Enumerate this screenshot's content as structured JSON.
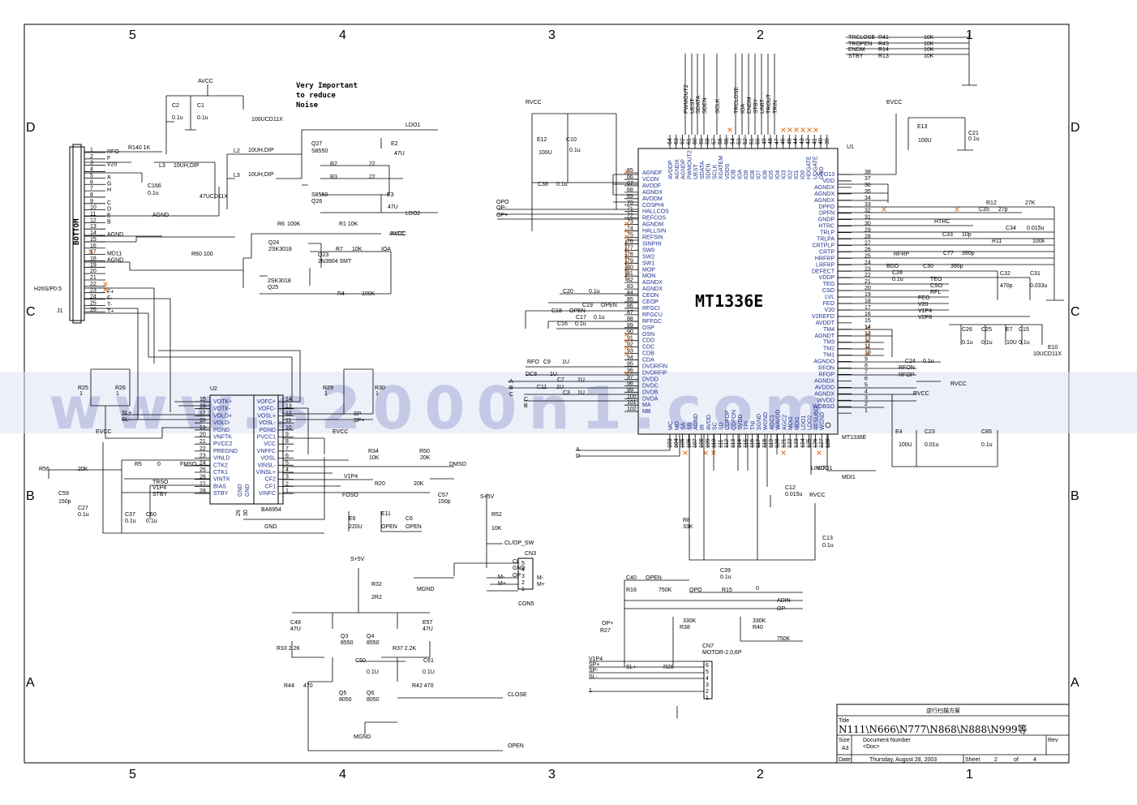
{
  "zones": {
    "cols": [
      "5",
      "4",
      "3",
      "2",
      "1"
    ],
    "rows": [
      "D",
      "C",
      "B",
      "A"
    ]
  },
  "notes": {
    "noise": [
      "Very Important",
      "to reduce",
      "Noise"
    ]
  },
  "watermark": "www.s2000n1.com",
  "chips": {
    "main_name": "MT1336E",
    "main_ref": "U1",
    "main_bottom": "MT1336E",
    "driver_ref": "U2",
    "driver_name": "BA6954",
    "connector_ref": "J1",
    "connector_name": "H26S/P0.5",
    "bottom_label": "BOTTOM",
    "con5_ref": "CN3",
    "con5_name": "CON5",
    "motor_ref": "CN7",
    "motor_name": "MOTOR-2.0,6P"
  },
  "u1_left_pins": [
    [
      "65",
      "AGNDF"
    ],
    [
      "66",
      "VCON"
    ],
    [
      "67",
      "AVDDF"
    ],
    [
      "68",
      "AGNDX"
    ],
    [
      "69",
      "AVDDM"
    ],
    [
      "70",
      "COSPHI"
    ],
    [
      "71",
      "HALLCOS"
    ],
    [
      "72",
      "REFCOS"
    ],
    [
      "73",
      "AGNDM"
    ],
    [
      "74",
      "HALLSIN"
    ],
    [
      "75",
      "REFSIN"
    ],
    [
      "76",
      "SINPHI"
    ],
    [
      "77",
      "SW0"
    ],
    [
      "78",
      "SW2"
    ],
    [
      "79",
      "SW1"
    ],
    [
      "80",
      "MOP"
    ],
    [
      "81",
      "MON"
    ],
    [
      "82",
      "AGNDX"
    ],
    [
      "83",
      "AGNDX"
    ],
    [
      "84",
      "CEON"
    ],
    [
      "85",
      "CEOP"
    ],
    [
      "86",
      "RFGCI"
    ],
    [
      "87",
      "RFGCU"
    ],
    [
      "88",
      "RFFGC"
    ],
    [
      "89",
      "OSP"
    ],
    [
      "90",
      "OSN"
    ],
    [
      "91",
      "CDD"
    ],
    [
      "92",
      "CDC"
    ],
    [
      "93",
      "CDB"
    ],
    [
      "94",
      "CDA"
    ],
    [
      "95",
      "DVDRFIN"
    ],
    [
      "96",
      "DVDRFIP"
    ],
    [
      "97",
      "DVDD"
    ],
    [
      "98",
      "DVDC"
    ],
    [
      "99",
      "DVDB"
    ],
    [
      "100",
      "DVDA"
    ],
    [
      "101",
      "MA"
    ],
    [
      "102",
      "MB"
    ]
  ],
  "u1_right_pins": [
    [
      "38",
      "VFO13"
    ],
    [
      "37",
      "VDD"
    ],
    [
      "36",
      "AGNDX"
    ],
    [
      "35",
      "AGNDX"
    ],
    [
      "34",
      "AGNDX"
    ],
    [
      "33",
      "DPFO"
    ],
    [
      "32",
      "DPFN"
    ],
    [
      "31",
      "GNDP"
    ],
    [
      "30",
      "HTRC"
    ],
    [
      "29",
      "TRLP"
    ],
    [
      "28",
      "TRLPA"
    ],
    [
      "27",
      "CRTPLP"
    ],
    [
      "26",
      "CRTP"
    ],
    [
      "25",
      "HRFRP"
    ],
    [
      "24",
      "LRFRP"
    ],
    [
      "23",
      "DEFECT"
    ],
    [
      "22",
      "VDDP"
    ],
    [
      "21",
      "TEO"
    ],
    [
      "20",
      "CSO"
    ],
    [
      "19",
      "LVL"
    ],
    [
      "18",
      "FEO"
    ],
    [
      "17",
      "V20"
    ],
    [
      "16",
      "V2REFO"
    ],
    [
      "15",
      "AVDDT"
    ],
    [
      "14",
      "TM4"
    ],
    [
      "13",
      "AGNDT"
    ],
    [
      "12",
      "TM3"
    ],
    [
      "11",
      "TM2"
    ],
    [
      "10",
      "TM1"
    ],
    [
      "9",
      "AGNDO"
    ],
    [
      "8",
      "RFON"
    ],
    [
      "7",
      "RFOP"
    ],
    [
      "6",
      "AGNDX"
    ],
    [
      "5",
      "AVDDO"
    ],
    [
      "4",
      "AGNDX"
    ],
    [
      "3",
      "WVDD"
    ],
    [
      "2",
      "WOBSO"
    ],
    [
      "1",
      ""
    ]
  ],
  "u1_top_pins": [
    [
      "64",
      "AVDDP"
    ],
    [
      "63",
      "AGNDX"
    ],
    [
      "62",
      "AGNDP"
    ],
    [
      "61",
      "PWMOUT2"
    ],
    [
      "60",
      "UEST"
    ],
    [
      "59",
      "SDATA"
    ],
    [
      "58",
      "SDEN"
    ],
    [
      "57",
      "SCLK"
    ],
    [
      "56",
      "XGATEM"
    ],
    [
      "55",
      "VDDS"
    ],
    [
      "54",
      "IOB"
    ],
    [
      "53",
      "IOA"
    ],
    [
      "52",
      "IO9"
    ],
    [
      "51",
      "IO8"
    ],
    [
      "50",
      "IO7"
    ],
    [
      "49",
      "IO6"
    ],
    [
      "48",
      "IO5"
    ],
    [
      "47",
      "IO4"
    ],
    [
      "46",
      "IO3"
    ],
    [
      "45",
      "IO2"
    ],
    [
      "44",
      "IO1"
    ],
    [
      "43",
      "IO0"
    ],
    [
      "42",
      "HDGATE"
    ],
    [
      "41",
      "UDGATE"
    ],
    [
      "40",
      "GND"
    ],
    [
      "39",
      ""
    ]
  ],
  "u1_top_nets": [
    "PWMOUT2",
    "UEST",
    "SDATA",
    "SDEN",
    "SCLK",
    "TRCLOSE",
    "IOA",
    "ENDM",
    "STBY",
    "LIMIT",
    "TROUT",
    "TRIN"
  ],
  "u1_bottom_pins": [
    [
      "103",
      "MC"
    ],
    [
      "104",
      "MD"
    ],
    [
      "105",
      "SA"
    ],
    [
      "106",
      "SB"
    ],
    [
      "107",
      "AGND"
    ],
    [
      "108",
      "IR"
    ],
    [
      "109",
      "AVDD"
    ],
    [
      "110",
      "SC"
    ],
    [
      "111",
      "SD"
    ],
    [
      "112",
      "CDFOP"
    ],
    [
      "113",
      "CDFON"
    ],
    [
      "114",
      "SVDD"
    ],
    [
      "115",
      "TPI"
    ],
    [
      "116",
      "TNI"
    ],
    [
      "117",
      "SGND"
    ],
    [
      "118",
      "WGND"
    ],
    [
      "119",
      "AGC1"
    ],
    [
      "120",
      "WAVDD"
    ],
    [
      "121",
      "AGC2"
    ],
    [
      "122",
      "MDI2"
    ],
    [
      "123",
      "MDI1"
    ],
    [
      "124",
      "LDO1"
    ],
    [
      "125",
      "LDO2"
    ],
    [
      "126",
      "RFSUBO"
    ],
    [
      "127",
      "WGND"
    ],
    [
      "128",
      ""
    ]
  ],
  "u2_left_pins": [
    [
      "15",
      "VOTK+"
    ],
    [
      "16",
      "VOTK-"
    ],
    [
      "17",
      "VOLD+"
    ],
    [
      "18",
      "VOLD-"
    ],
    [
      "19",
      "PGND"
    ],
    [
      "20",
      "VNFTK"
    ],
    [
      "21",
      "PVCC2"
    ],
    [
      "22",
      "PREGND"
    ],
    [
      "23",
      "VINLD"
    ],
    [
      "24",
      "CTK2"
    ],
    [
      "25",
      "CTK1"
    ],
    [
      "26",
      "VINTK"
    ],
    [
      "27",
      "BIAS"
    ],
    [
      "28",
      "STBY"
    ]
  ],
  "u2_right_pins": [
    [
      "14",
      "VOFC+"
    ],
    [
      "13",
      "VOFC-"
    ],
    [
      "12",
      "VOSL+"
    ],
    [
      "11",
      "VOSL-"
    ],
    [
      "10",
      "PGND"
    ],
    [
      "9",
      "PVCC1"
    ],
    [
      "8",
      "VCC"
    ],
    [
      "7",
      "VNFFC"
    ],
    [
      "6",
      "VOSL"
    ],
    [
      "5",
      "VINSL-"
    ],
    [
      "4",
      "VINSL+"
    ],
    [
      "3",
      "CF2"
    ],
    [
      "2",
      "CF1"
    ],
    [
      "1",
      "VINFC"
    ]
  ],
  "u2_bottom": [
    "GND",
    "GND"
  ],
  "u2_bottom_nums": [
    "29",
    "30"
  ],
  "j1_pins": [
    [
      "1",
      "RFO"
    ],
    [
      "2",
      "F"
    ],
    [
      "3",
      "V20"
    ],
    [
      "4",
      ""
    ],
    [
      "5",
      "A"
    ],
    [
      "6",
      "G"
    ],
    [
      "7",
      "H"
    ],
    [
      "8",
      ""
    ],
    [
      "9",
      "C"
    ],
    [
      "10",
      "D"
    ],
    [
      "11",
      "E"
    ],
    [
      "12",
      "B"
    ],
    [
      "13",
      ""
    ],
    [
      "14",
      "AGND"
    ],
    [
      "15",
      ""
    ],
    [
      "16",
      ""
    ],
    [
      "17",
      "MD11"
    ],
    [
      "18",
      "AGND"
    ],
    [
      "19",
      ""
    ],
    [
      "20",
      ""
    ],
    [
      "21",
      ""
    ],
    [
      "22",
      ""
    ],
    [
      "23",
      "F+"
    ],
    [
      "24",
      "F-"
    ],
    [
      "25",
      "T-"
    ],
    [
      "26",
      "T+"
    ]
  ],
  "left_parts": [
    [
      "AVCC"
    ],
    [
      "C2"
    ],
    [
      "0.1u"
    ],
    [
      "C1"
    ],
    [
      "0.1u"
    ],
    [
      "100UCD11X"
    ],
    [
      "R140 1K"
    ],
    [
      "10UH,DIP"
    ],
    [
      "L3"
    ],
    [
      "C166"
    ],
    [
      "0.1u"
    ],
    [
      "47UCD11X"
    ],
    [
      "AGND"
    ],
    [
      "L2"
    ],
    [
      "10UH,DIP"
    ],
    [
      "L3"
    ],
    [
      "10UH,DIP"
    ],
    [
      "Q27"
    ],
    [
      "S8550"
    ],
    [
      "R2"
    ],
    [
      "22"
    ],
    [
      "R3"
    ],
    [
      "22"
    ],
    [
      "S8550"
    ],
    [
      "Q26"
    ],
    [
      "E2"
    ],
    [
      "47U"
    ],
    [
      "E3"
    ],
    [
      "47U"
    ],
    [
      "LDO1"
    ],
    [
      "LDO2"
    ],
    [
      "AVCC"
    ],
    [
      "R6"
    ],
    [
      "100K"
    ],
    [
      "R1 10K"
    ],
    [
      "AVCC"
    ],
    [
      "Q24"
    ],
    [
      "2SK3018"
    ],
    [
      "R60"
    ],
    [
      "100"
    ],
    [
      "Q23"
    ],
    [
      "2N3904 SMT"
    ],
    [
      "R7"
    ],
    [
      "10K"
    ],
    [
      "IOA"
    ],
    [
      "2SK3018"
    ],
    [
      "Q25"
    ],
    [
      "R4"
    ],
    [
      "100K"
    ]
  ],
  "mid_parts": [
    [
      "R25"
    ],
    [
      "1"
    ],
    [
      "R26"
    ],
    [
      "1"
    ],
    [
      "EVCC"
    ],
    [
      "SL+"
    ],
    [
      "SL-"
    ],
    [
      "R29"
    ],
    [
      "1"
    ],
    [
      "R30"
    ],
    [
      "1"
    ],
    [
      "SP-"
    ],
    [
      "SP+"
    ],
    [
      "EVCC"
    ],
    [
      "R56"
    ],
    [
      "20K"
    ],
    [
      "C59"
    ],
    [
      "150p"
    ],
    [
      "R5"
    ],
    [
      "0"
    ],
    [
      "FMSO"
    ],
    [
      "TRSO"
    ],
    [
      "V1P4"
    ],
    [
      "STBY"
    ],
    [
      "C27"
    ],
    [
      "0.1u"
    ],
    [
      "C37"
    ],
    [
      "0.1u"
    ],
    [
      "C60"
    ],
    [
      "0.1u"
    ],
    [
      "GND"
    ],
    [
      "R34"
    ],
    [
      "10K"
    ],
    [
      "R50"
    ],
    [
      "20K"
    ],
    [
      "DMSO"
    ],
    [
      "V1P4"
    ],
    [
      "R20"
    ],
    [
      "20K"
    ],
    [
      "FOSO"
    ],
    [
      "C57"
    ],
    [
      "150p"
    ],
    [
      "E6"
    ],
    [
      "220U"
    ],
    [
      "E11"
    ],
    [
      "C6"
    ],
    [
      "OPEN"
    ],
    [
      "OPEN"
    ],
    [
      "S+5V"
    ],
    [
      "R52"
    ],
    [
      "10K"
    ],
    [
      "CL/OP_SW"
    ],
    [
      "CL"
    ],
    [
      "GND"
    ],
    [
      "OP"
    ],
    [
      "M-"
    ],
    [
      "M+"
    ],
    [
      "MGND"
    ],
    [
      "M-"
    ],
    [
      "M+"
    ],
    [
      "S+5V"
    ],
    [
      "R32"
    ],
    [
      "2R2"
    ],
    [
      "C48"
    ],
    [
      "47U"
    ],
    [
      "Q3"
    ],
    [
      "8550"
    ],
    [
      "Q4"
    ],
    [
      "8550"
    ],
    [
      "E57"
    ],
    [
      "47U"
    ],
    [
      "R33 2.2K"
    ],
    [
      "R37 2.2K"
    ],
    [
      "C50"
    ],
    [
      "0.1U"
    ],
    [
      "C61"
    ],
    [
      "0.1U"
    ],
    [
      "R44"
    ],
    [
      "470"
    ],
    [
      "Q5"
    ],
    [
      "8050"
    ],
    [
      "Q6"
    ],
    [
      "8050"
    ],
    [
      "R42 470"
    ],
    [
      "CLOSE"
    ],
    [
      "MGND"
    ],
    [
      "OPEN"
    ]
  ],
  "right_parts": [
    [
      "RVCC"
    ],
    [
      "E12"
    ],
    [
      "100U"
    ],
    [
      "C10"
    ],
    [
      "0.1u"
    ],
    [
      "C38"
    ],
    [
      "0.1u"
    ],
    [
      "OPO"
    ],
    [
      "OP-"
    ],
    [
      "OP+"
    ],
    [
      "C20"
    ],
    [
      "0.1u"
    ],
    [
      "C19"
    ],
    [
      "OPEN"
    ],
    [
      "C18"
    ],
    [
      "OPEN"
    ],
    [
      "C17"
    ],
    [
      "0.1u"
    ],
    [
      "C16"
    ],
    [
      "0.1u"
    ],
    [
      "RFO"
    ],
    [
      "C9"
    ],
    [
      "1U"
    ],
    [
      "DC8"
    ],
    [
      "1U"
    ],
    [
      "C7"
    ],
    [
      "1U"
    ],
    [
      "C11"
    ],
    [
      "1U"
    ],
    [
      "C3"
    ],
    [
      "1U"
    ],
    [
      "A"
    ],
    [
      "B"
    ],
    [
      "C"
    ],
    [
      "C"
    ],
    [
      "B"
    ],
    [
      "A"
    ],
    [
      "D"
    ],
    [
      "EVCC"
    ],
    [
      "E13"
    ],
    [
      "100U"
    ],
    [
      "C21"
    ],
    [
      "0.1u"
    ],
    [
      "TRCLOSE"
    ],
    [
      "R41"
    ],
    [
      "10K"
    ],
    [
      "TROPEN"
    ],
    [
      "R43"
    ],
    [
      "10K"
    ],
    [
      "ENDM"
    ],
    [
      "R14"
    ],
    [
      "10K"
    ],
    [
      "STBY"
    ],
    [
      "R13"
    ],
    [
      "10K"
    ],
    [
      "R12"
    ],
    [
      "27K"
    ],
    [
      "C35"
    ],
    [
      "27p"
    ],
    [
      "HTRC"
    ],
    [
      "C34"
    ],
    [
      "0.015u"
    ],
    [
      "C33"
    ],
    [
      "10p"
    ],
    [
      "R11"
    ],
    [
      "100k"
    ],
    [
      "RFRP"
    ],
    [
      "C77"
    ],
    [
      "390p"
    ],
    [
      "C30"
    ],
    [
      "390p"
    ],
    [
      "BDO"
    ],
    [
      "C28"
    ],
    [
      "0.1u"
    ],
    [
      "C32"
    ],
    [
      "470p"
    ],
    [
      "C31"
    ],
    [
      "0.033u"
    ],
    [
      "TEO"
    ],
    [
      "CSO"
    ],
    [
      "RFL"
    ],
    [
      "FEO"
    ],
    [
      "V20"
    ],
    [
      "V1P4"
    ],
    [
      "V2P8"
    ],
    [
      "C26"
    ],
    [
      "0.1u"
    ],
    [
      "C25"
    ],
    [
      "0.1u"
    ],
    [
      "E7"
    ],
    [
      "10U"
    ],
    [
      "C15"
    ],
    [
      "0.1u"
    ],
    [
      "E10"
    ],
    [
      "10UCD11X"
    ],
    [
      "C24"
    ],
    [
      "0.1u"
    ],
    [
      "RFON"
    ],
    [
      "RFOP"
    ],
    [
      "RVCC"
    ],
    [
      "RVCC"
    ],
    [
      "E4"
    ],
    [
      "100U"
    ],
    [
      "C23"
    ],
    [
      "0.01u"
    ],
    [
      "C85"
    ],
    [
      "0.1u"
    ],
    [
      "MDI1"
    ],
    [
      "C12"
    ],
    [
      "0.015u"
    ],
    [
      "RVCC"
    ],
    [
      "R8"
    ],
    [
      "33K"
    ],
    [
      "C13"
    ],
    [
      "0.1u"
    ],
    [
      "C39"
    ],
    [
      "0.1u"
    ],
    [
      "C40"
    ],
    [
      "OPEN"
    ],
    [
      "R16"
    ],
    [
      "750K"
    ],
    [
      "OPO"
    ],
    [
      "R15"
    ],
    [
      "0"
    ],
    [
      "ADIN"
    ],
    [
      "OP-"
    ],
    [
      "OP+"
    ],
    [
      "R27"
    ],
    [
      "330K"
    ],
    [
      "R38"
    ],
    [
      "330K"
    ],
    [
      "R40"
    ],
    [
      "750K"
    ],
    [
      "V1P4"
    ],
    [
      "SP+"
    ],
    [
      "SP-"
    ],
    [
      "SL-"
    ],
    [
      "SL+"
    ],
    [
      "R28"
    ],
    [
      "1"
    ],
    [
      "LIMIT"
    ],
    [
      "LDO1"
    ],
    [
      "LDO2"
    ]
  ],
  "title_block": {
    "chinese": "逆行扫描方案",
    "title_lbl": "Title",
    "title": "N111\\N666\\N777\\N868\\N888\\N999等",
    "size_lbl": "Size",
    "size": "A3",
    "docnum_lbl": "Document Number",
    "docnum": "<Doc>",
    "rev_lbl": "Rev",
    "date_lbl": "Date:",
    "date": "Thursday, August 28, 2003",
    "sheet_lbl": "Sheet",
    "sheet": "2",
    "of_lbl": "of",
    "total": "4"
  }
}
